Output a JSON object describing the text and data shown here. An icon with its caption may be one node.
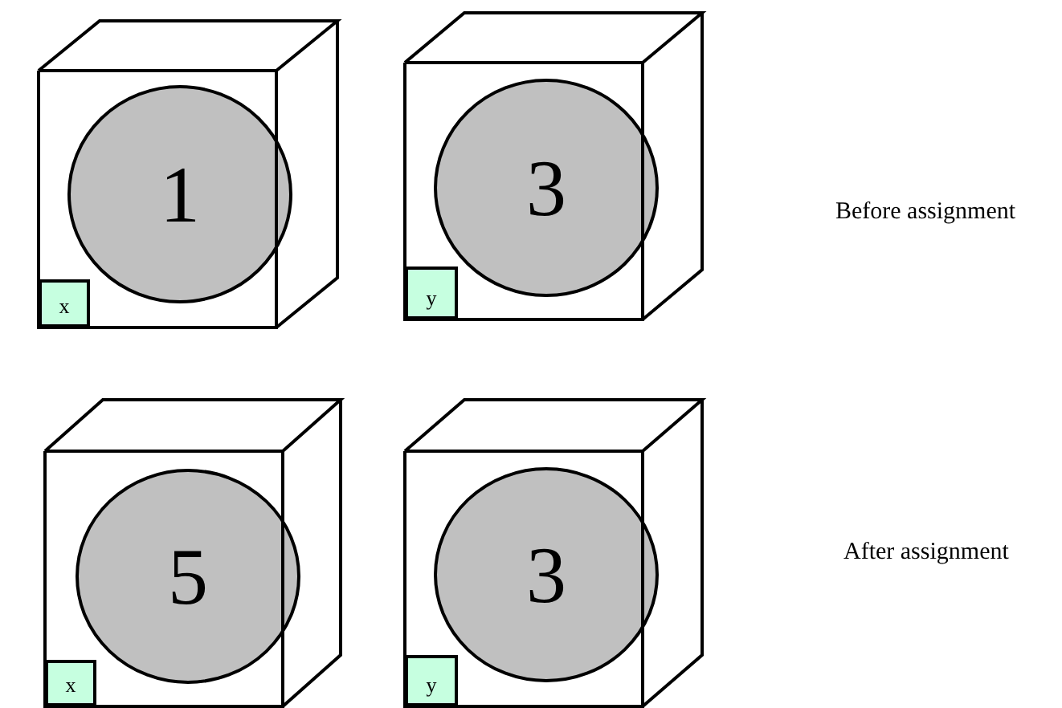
{
  "diagram": {
    "nodes": [
      {
        "text": [],
        "shape": "box"
      },
      {
        "text": [
          "1"
        ],
        "in": 0
      },
      {
        "text": [
          "x"
        ],
        "in": 0
      },
      {
        "text": [],
        "shape": "box"
      },
      {
        "text": [
          "3"
        ],
        "in": 3
      },
      {
        "text": [
          "y"
        ],
        "in": 3
      },
      {
        "text": [],
        "shape": "box"
      },
      {
        "text": [
          "5"
        ],
        "in": 6
      },
      {
        "text": [
          "x"
        ],
        "in": 6
      },
      {
        "text": [],
        "shape": "box"
      },
      {
        "text": [
          "3"
        ],
        "in": 9
      },
      {
        "text": [
          "y"
        ],
        "in": 9
      }
    ],
    "labels": [
      "Before assignment",
      "After assignment"
    ]
  }
}
